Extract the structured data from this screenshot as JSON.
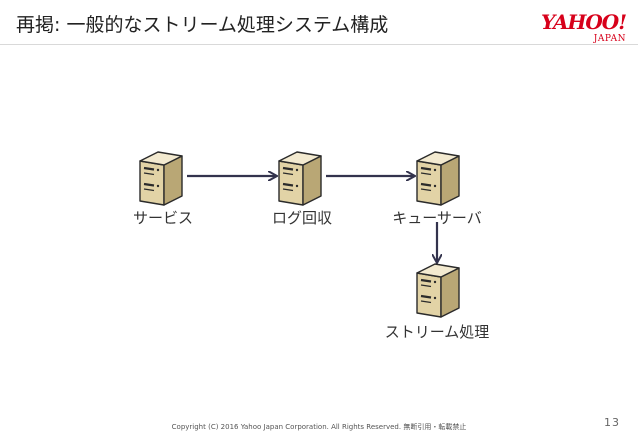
{
  "slide": {
    "title": "再掲: 一般的なストリーム処理システム構成",
    "logo": {
      "main": "YAHOO!",
      "sub": "JAPAN"
    },
    "footer": "Copyright (C) 2016 Yahoo Japan Corporation. All Rights Reserved. 無断引用・転載禁止",
    "page_number": "13"
  },
  "diagram": {
    "nodes": [
      {
        "id": "service",
        "label": "サービス",
        "icon": "server-icon"
      },
      {
        "id": "log-collect",
        "label": "ログ回収",
        "icon": "server-icon"
      },
      {
        "id": "queue-server",
        "label": "キューサーバ",
        "icon": "server-icon"
      },
      {
        "id": "stream-processing",
        "label": "ストリーム処理",
        "icon": "server-icon"
      }
    ],
    "edges": [
      {
        "from": "service",
        "to": "log-collect"
      },
      {
        "from": "log-collect",
        "to": "queue-server"
      },
      {
        "from": "queue-server",
        "to": "stream-processing"
      }
    ],
    "colors": {
      "server_front": "#e2d3a6",
      "server_side": "#b9a775",
      "server_top": "#f3ead0",
      "outline": "#2b2b2b",
      "arrow": "#33334d"
    }
  }
}
